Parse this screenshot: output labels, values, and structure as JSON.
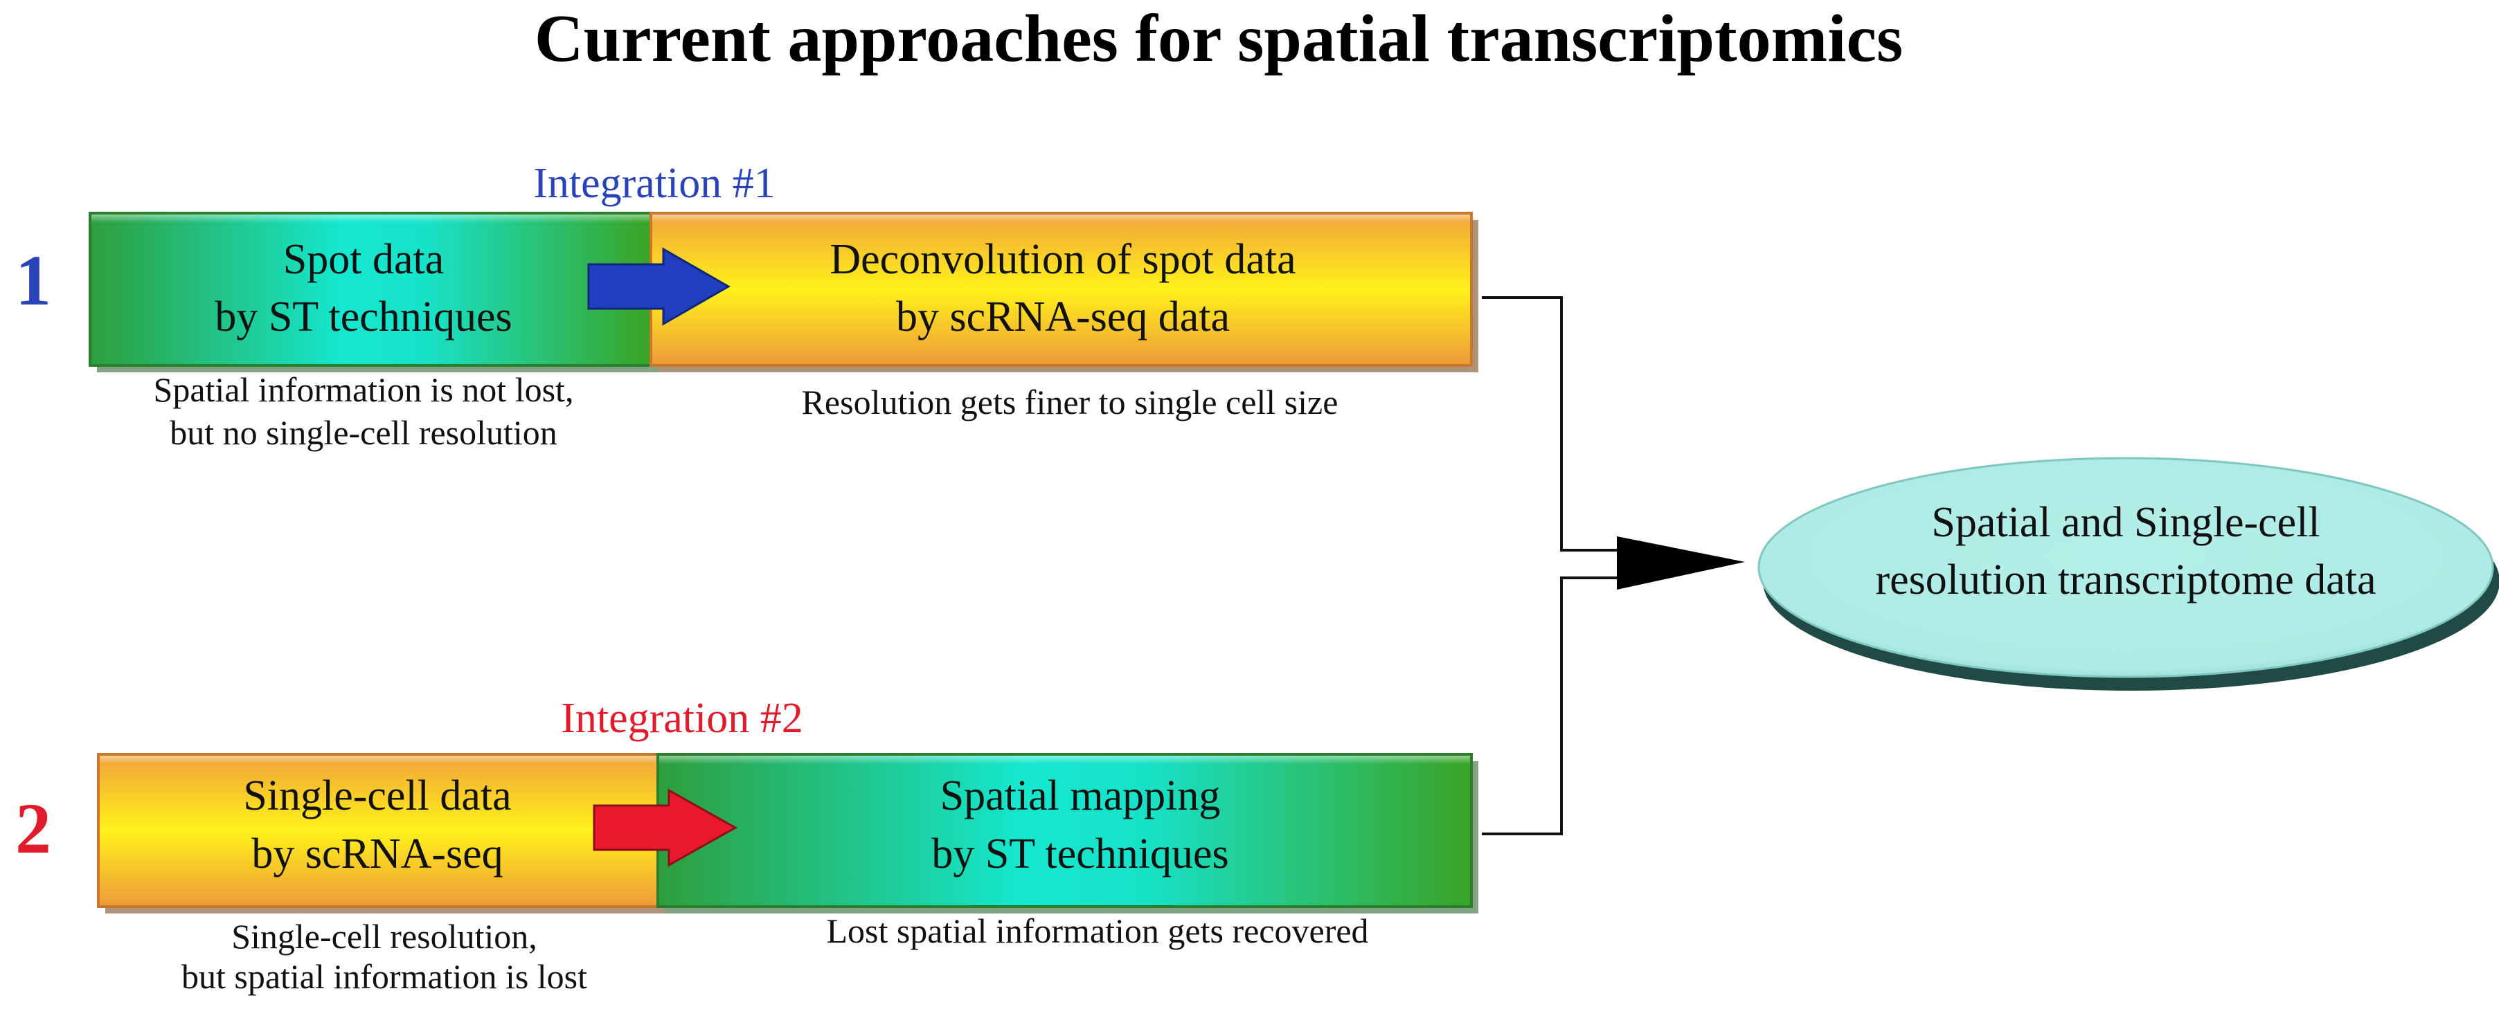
{
  "title": "Current approaches for spatial transcriptomics",
  "rows": [
    {
      "number": "1",
      "integration_label": "Integration #1",
      "left_box": {
        "line1": "Spot data",
        "line2": "by ST techniques",
        "style": "green"
      },
      "right_box": {
        "line1": "Deconvolution of spot data",
        "line2": "by scRNA-seq data",
        "style": "orange"
      },
      "left_caption": {
        "line1": "Spatial information is not lost,",
        "line2": "but no single-cell resolution"
      },
      "right_caption": "Resolution gets finer to single cell size",
      "arrow_color": "#1f3fbf",
      "accent_color": "#2a44b8"
    },
    {
      "number": "2",
      "integration_label": "Integration #2",
      "left_box": {
        "line1": "Single-cell data",
        "line2": "by scRNA-seq",
        "style": "orange"
      },
      "right_box": {
        "line1": "Spatial mapping",
        "line2": "by ST techniques",
        "style": "green"
      },
      "left_caption": {
        "line1": "Single-cell resolution,",
        "line2": "but spatial information is lost"
      },
      "right_caption": "Lost spatial information gets recovered",
      "arrow_color": "#e8192c",
      "accent_color": "#e01b2c"
    }
  ],
  "result": {
    "line1": "Spatial and Single-cell",
    "line2": "resolution transcriptome data"
  }
}
